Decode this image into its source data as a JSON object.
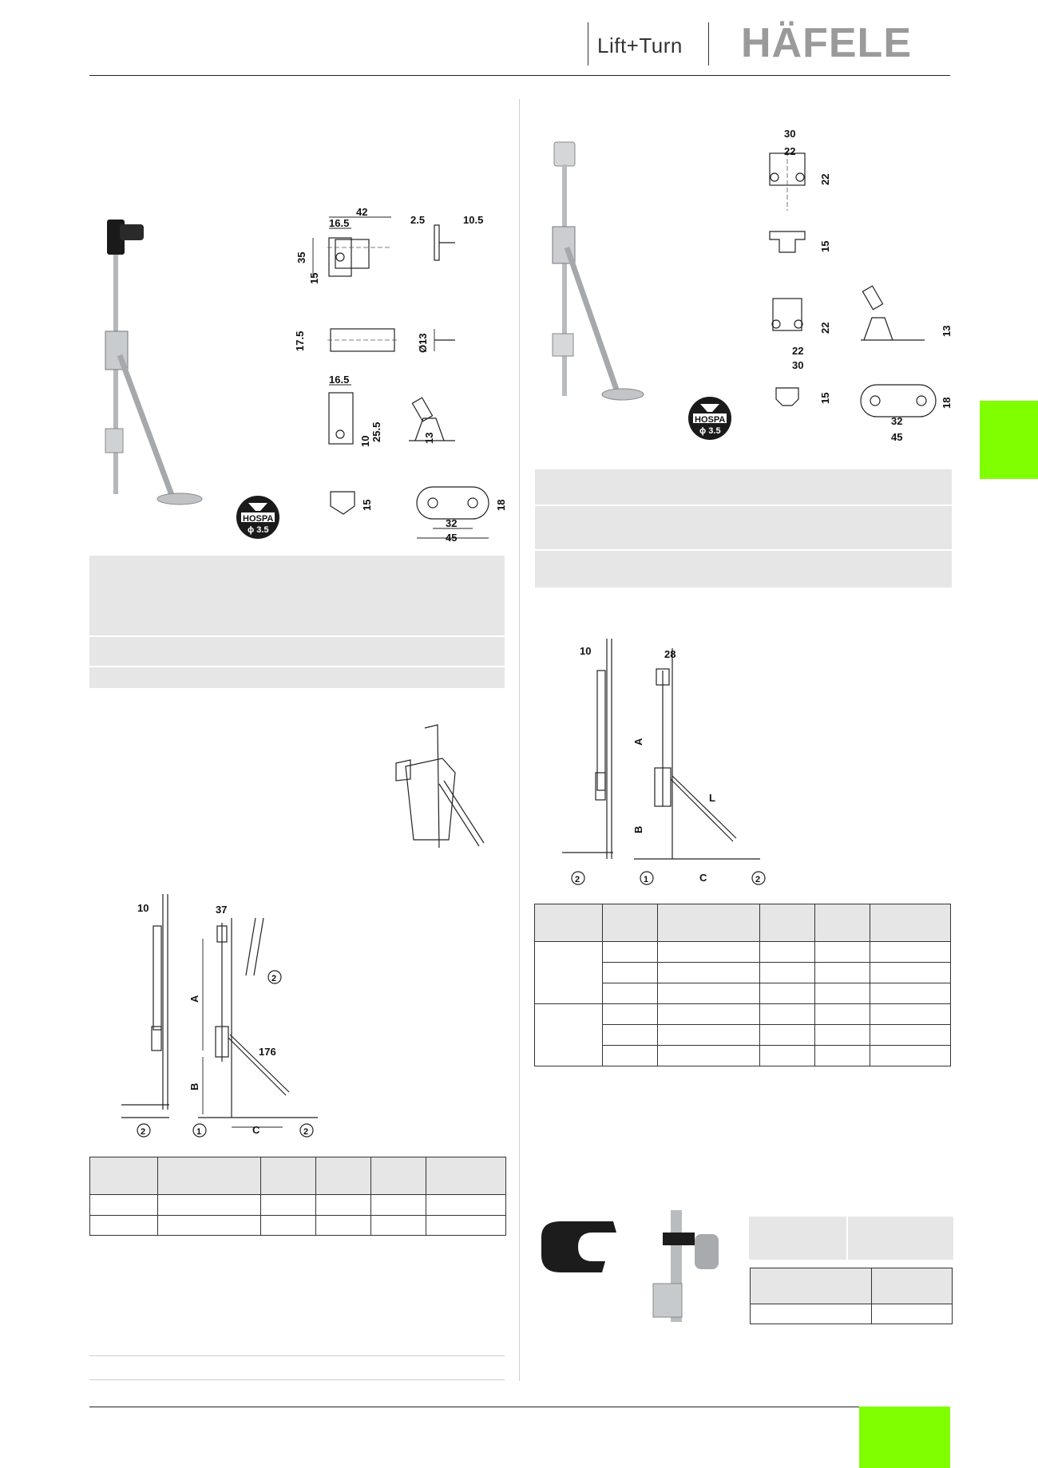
{
  "header": {
    "logo_lift_turn": "Lift+Turn",
    "brand": "HÄFELE"
  },
  "colors": {
    "accent_green": "#80ff00",
    "brand_red": "#d9262b",
    "panel_grey": "#e6e6e6"
  },
  "icons": [
    "hospa-screw-icon",
    "hospa-screw-icon"
  ],
  "hospa": {
    "brand": "HOSPA",
    "size": "ϕ 3.5"
  },
  "left_drawing": {
    "dims": [
      "42",
      "16.5",
      "35",
      "15",
      "2.5",
      "10.5",
      "17.5",
      "Ø13",
      "16.5",
      "25.5",
      "10",
      "13",
      "15",
      "18",
      "32",
      "45"
    ]
  },
  "right_drawing": {
    "dims": [
      "30",
      "22",
      "22",
      "15",
      "22",
      "13",
      "22",
      "30",
      "15",
      "18",
      "32",
      "45"
    ]
  },
  "left_install": {
    "dims": [
      "10",
      "37",
      "176",
      "A",
      "B",
      "C"
    ],
    "callouts": [
      "2",
      "1",
      "2",
      "2"
    ]
  },
  "right_install": {
    "dims": [
      "10",
      "28",
      "A",
      "B",
      "L",
      "C"
    ],
    "callouts": [
      "2",
      "1",
      "2"
    ]
  }
}
